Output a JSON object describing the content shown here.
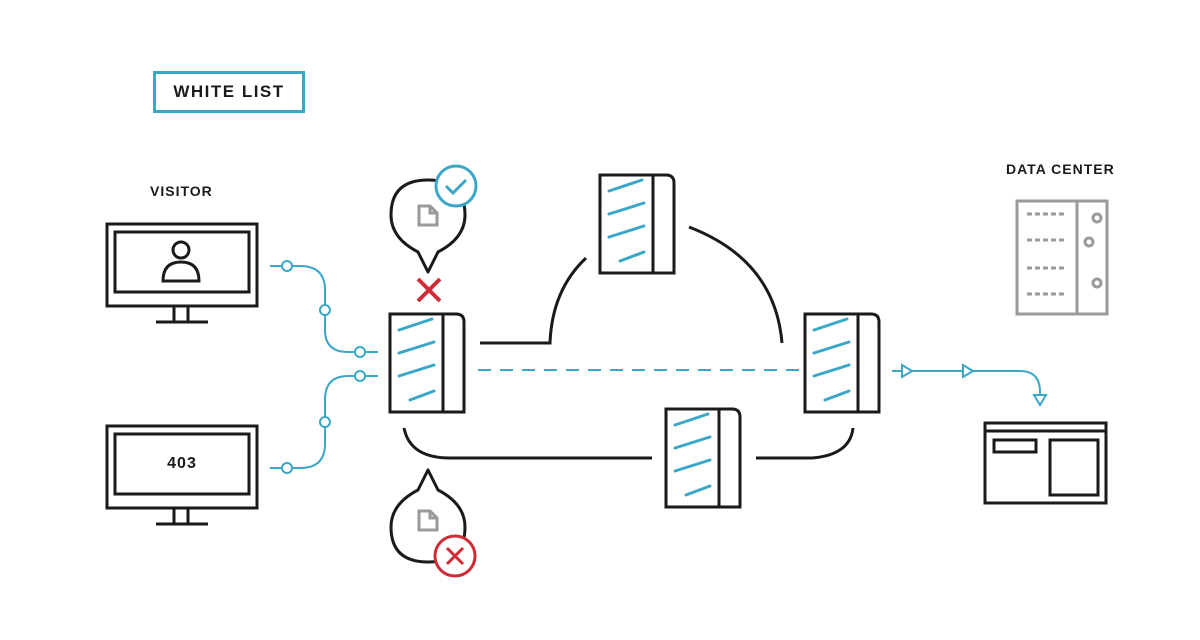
{
  "header": {
    "title": "WHITE LIST"
  },
  "visitor": {
    "label": "VISITOR",
    "denied_screen_text": "403"
  },
  "data_center": {
    "label": "DATA CENTER"
  },
  "colors": {
    "accent": "#3aa7c9",
    "deny": "#d12b36",
    "line": "#1a1a1a",
    "muted": "#9a9a9a"
  },
  "icons": [
    "user-icon",
    "document-icon",
    "check-icon",
    "cross-icon",
    "server-icon",
    "monitor-icon",
    "firewall-icon",
    "browser-window-icon"
  ]
}
